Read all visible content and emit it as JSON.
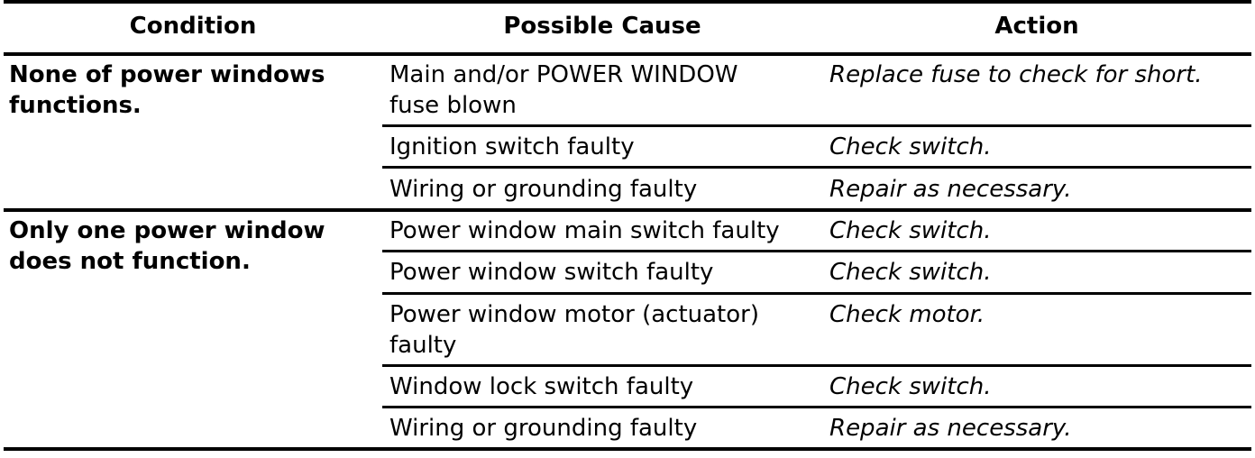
{
  "table": {
    "headers": {
      "condition": "Condition",
      "cause": "Possible Cause",
      "action": "Action"
    },
    "groups": [
      {
        "condition": [
          "None of power windows",
          "functions."
        ],
        "rows": [
          {
            "cause": [
              "Main and/or POWER WINDOW",
              "fuse blown"
            ],
            "action": "Replace fuse to check for short."
          },
          {
            "cause": [
              "Ignition switch faulty"
            ],
            "action": "Check switch."
          },
          {
            "cause": [
              "Wiring or grounding faulty"
            ],
            "action": "Repair as necessary."
          }
        ]
      },
      {
        "condition": [
          "Only one power window",
          "does not function."
        ],
        "rows": [
          {
            "cause": [
              "Power window main switch faulty"
            ],
            "action": "Check switch."
          },
          {
            "cause": [
              "Power window switch faulty"
            ],
            "action": "Check switch."
          },
          {
            "cause": [
              "Power window motor (actuator)",
              "faulty"
            ],
            "action": "Check motor."
          },
          {
            "cause": [
              "Window lock switch faulty"
            ],
            "action": "Check switch."
          },
          {
            "cause": [
              "Wiring or grounding faulty"
            ],
            "action": "Repair as necessary."
          }
        ]
      }
    ]
  }
}
